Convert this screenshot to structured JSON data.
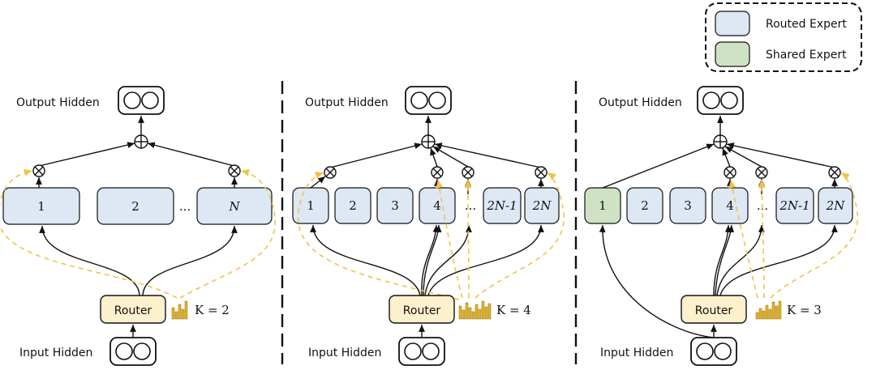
{
  "legend": {
    "routed_label": "Routed Expert",
    "shared_label": "Shared Expert",
    "routed_color": "#dde8f4",
    "shared_color": "#cfe2c3"
  },
  "colors": {
    "router_fill": "#fdf0cc",
    "bar_color": "#e8b422",
    "dashed_color": "#f2c14a"
  },
  "panels": [
    {
      "output_label": "Output Hidden",
      "input_label": "Input Hidden",
      "router_label": "Router",
      "k_label": "K = 2",
      "experts": [
        "1",
        "2",
        "...",
        "N"
      ]
    },
    {
      "output_label": "Output Hidden",
      "input_label": "Input Hidden",
      "router_label": "Router",
      "k_label": "K = 4",
      "experts": [
        "1",
        "2",
        "3",
        "4",
        "...",
        "2N-1",
        "2N"
      ]
    },
    {
      "output_label": "Output Hidden",
      "input_label": "Input Hidden",
      "router_label": "Router",
      "k_label": "K = 3",
      "experts": [
        "1",
        "2",
        "3",
        "4",
        "...",
        "2N-1",
        "2N"
      ]
    }
  ]
}
